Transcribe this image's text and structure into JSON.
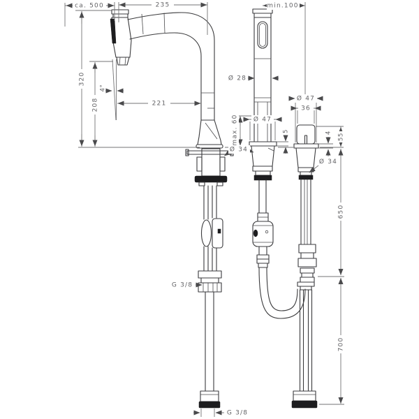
{
  "drawing": {
    "type": "faucet-installation-dimension-drawing",
    "views": [
      "spout-side-view",
      "pullout-spray-front-view",
      "handle-front-view"
    ],
    "colors": {
      "background": "#ffffff",
      "outline": "#3a3a3c",
      "dimension_lines": "#737375",
      "label_text": "#636366",
      "solid_fill": "#1d1d1f"
    },
    "dims": {
      "pullout_reach": {
        "text": "ca. 500"
      },
      "spout_reach": {
        "text": "235"
      },
      "hole_distance": {
        "text": "min.100"
      },
      "spout_height": {
        "text": "320"
      },
      "outlet_height": {
        "text": "208"
      },
      "spray_angle": {
        "text": "4°"
      },
      "outlet_offset": {
        "text": "221"
      },
      "spray_diameter": {
        "text": "Ø 28"
      },
      "max_counter": {
        "text": "max. 60"
      },
      "spray_escutcheon": {
        "text": "Ø 47"
      },
      "spray_plate": {
        "text": "5"
      },
      "spout_shaft": {
        "text": "Ø 34"
      },
      "handle_base": {
        "text": "Ø 47"
      },
      "handle_width": {
        "text": "36"
      },
      "handle_plate": {
        "text": "4"
      },
      "handle_height": {
        "text": "55"
      },
      "handle_shaft": {
        "text": "Ø 34"
      },
      "supply_hose": {
        "text": "650"
      },
      "pullout_hose": {
        "text": "700"
      },
      "thread_side": {
        "text": "G 3/8"
      },
      "thread_bottom": {
        "text": "G 3/8"
      }
    }
  }
}
